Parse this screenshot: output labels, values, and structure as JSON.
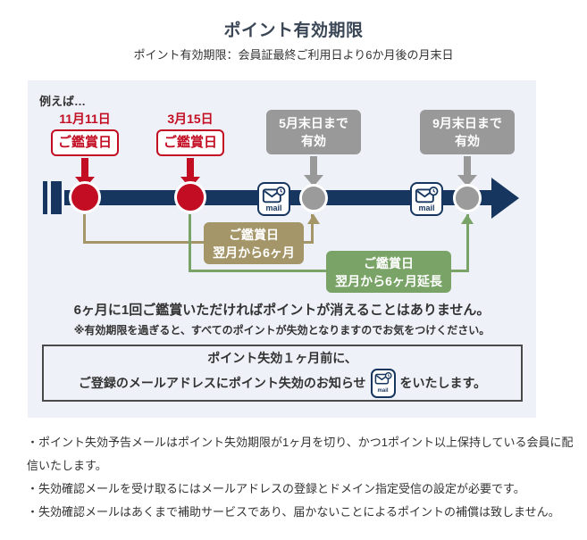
{
  "header": {
    "title": "ポイント有効期限",
    "subtitle": "ポイント有効期限：会員証最終ご利用日より6か月後の月末日"
  },
  "diagram": {
    "example_label": "例えば…",
    "events": [
      {
        "date": "11月11日",
        "label": "ご鑑賞日"
      },
      {
        "date": "3月15日",
        "label": "ご鑑賞日"
      }
    ],
    "validity_boxes": [
      {
        "line1": "5月末日まで",
        "line2": "有効"
      },
      {
        "line1": "9月末日まで",
        "line2": "有効"
      }
    ],
    "mail_label": "mail",
    "span_boxes": [
      {
        "line1": "ご鑑賞日",
        "line2": "翌月から6ヶ月"
      },
      {
        "line1": "ご鑑賞日",
        "line2": "翌月から6ヶ月延長"
      }
    ],
    "message": "6ヶ月に1回ご鑑賞いただければポイントが消えることはありません。",
    "caution": "※有効期限を過ぎると、すべてのポイントが失効となりますのでお気をつけください。",
    "notice": {
      "line1": "ポイント失効１ヶ月前に、",
      "line2_before": "ご登録のメールアドレスにポイント失効のお知らせ",
      "line2_after": "をいたします。"
    }
  },
  "footnotes": [
    "・ポイント失効予告メールはポイント失効期限が1ヶ月を切り、かつ1ポイント以上保持している会員に配信いたします。",
    "・失効確認メールを受け取るにはメールアドレスの登録とドメイン指定受信の設定が必要です。",
    "・失効確認メールはあくまで補助サービスであり、届かないことによるポイントの補償は致しません。"
  ],
  "colors": {
    "navy": "#17365f",
    "red": "#c30d23",
    "gray": "#999999",
    "tan": "#a5966a",
    "green": "#7aa467",
    "panel_bg": "#eef1f7"
  }
}
